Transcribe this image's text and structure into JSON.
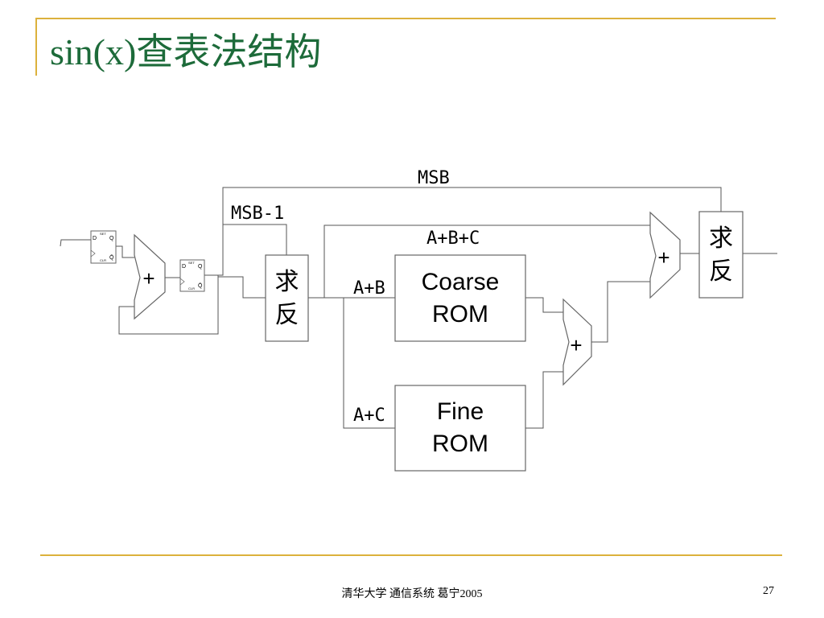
{
  "slide": {
    "title": "sin(x)查表法结构",
    "footer": "清华大学 通信系统 葛宁2005",
    "page_number": "27"
  },
  "diagram": {
    "wire_labels": {
      "msb": "MSB",
      "msb_minus_1": "MSB-1",
      "a_plus_b_plus_c": "A+B+C",
      "a_plus_b": "A+B",
      "a_plus_c": "A+C"
    },
    "blocks": {
      "inverter_line1": "求",
      "inverter_line2": "反",
      "coarse_rom_line1": "Coarse",
      "coarse_rom_line2": "ROM",
      "fine_rom_line1": "Fine",
      "fine_rom_line2": "ROM",
      "adder_symbol": "+"
    },
    "flipflop_pins": {
      "d": "D",
      "q": "Q",
      "q_bar": "Q̄",
      "set": "SET",
      "clr": "CLR"
    }
  }
}
